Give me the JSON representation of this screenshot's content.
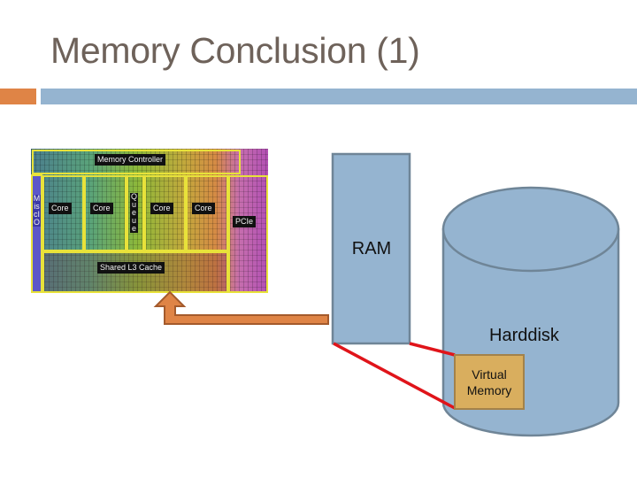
{
  "slide": {
    "title": "Memory Conclusion (1)",
    "colors": {
      "title_text": "#6e625a",
      "accent_orange": "#df8446",
      "accent_blue": "#95b4d0",
      "shape_fill": "#95b4d0",
      "shape_stroke": "#6f8597",
      "arrow_fill": "#df8446",
      "arrow_stroke": "#a45a2c",
      "connector_red": "#e0141a",
      "virtual_memory_fill": "#d9ae5e"
    }
  },
  "cpu_die": {
    "description": "CPU die photograph",
    "labels": {
      "memory_controller": "Memory Controller",
      "core_1": "Core",
      "core_2": "Core",
      "core_3": "Core",
      "core_4": "Core",
      "queue": "Queue",
      "misc_io": "Misc IO",
      "pcie": "PCIe",
      "l3_cache": "Shared L3 Cache"
    }
  },
  "ram": {
    "label": "RAM"
  },
  "harddisk": {
    "label": "Harddisk"
  },
  "virtual_memory": {
    "line1": "Virtual",
    "line2": "Memory"
  }
}
